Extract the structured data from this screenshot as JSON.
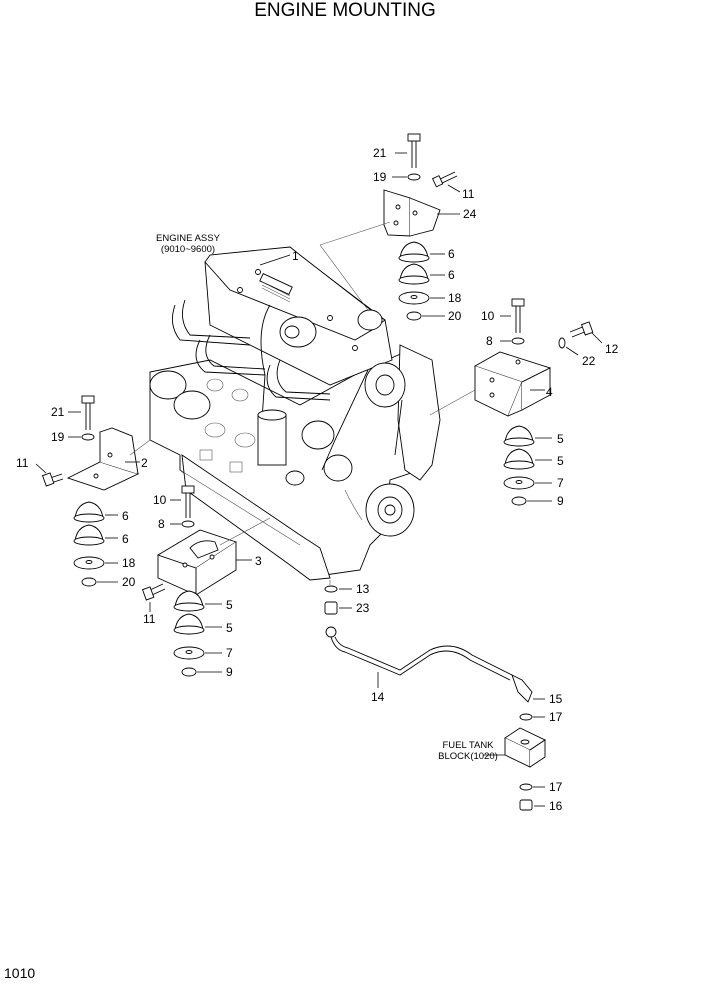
{
  "title": "ENGINE MOUNTING",
  "page_number": "1010",
  "callouts": {
    "engine_assy_line1": "ENGINE ASSY",
    "engine_assy_line2": "(9010~9600)",
    "fuel_tank_line1": "FUEL TANK",
    "fuel_tank_line2": "BLOCK(1020)"
  },
  "part_labels": {
    "p1": "1",
    "p2": "2",
    "p3": "3",
    "p4": "4",
    "p5a": "5",
    "p5b": "5",
    "p5c": "5",
    "p5d": "5",
    "p6a": "6",
    "p6b": "6",
    "p6c": "6",
    "p6d": "6",
    "p7a": "7",
    "p7b": "7",
    "p8a": "8",
    "p8b": "8",
    "p9a": "9",
    "p9b": "9",
    "p10a": "10",
    "p10b": "10",
    "p11a": "11",
    "p11b": "11",
    "p11c": "11",
    "p12": "12",
    "p13": "13",
    "p14": "14",
    "p15": "15",
    "p16": "16",
    "p17a": "17",
    "p17b": "17",
    "p18a": "18",
    "p18b": "18",
    "p19a": "19",
    "p19b": "19",
    "p20a": "20",
    "p20b": "20",
    "p21a": "21",
    "p21b": "21",
    "p22": "22",
    "p23": "23",
    "p24": "24"
  }
}
